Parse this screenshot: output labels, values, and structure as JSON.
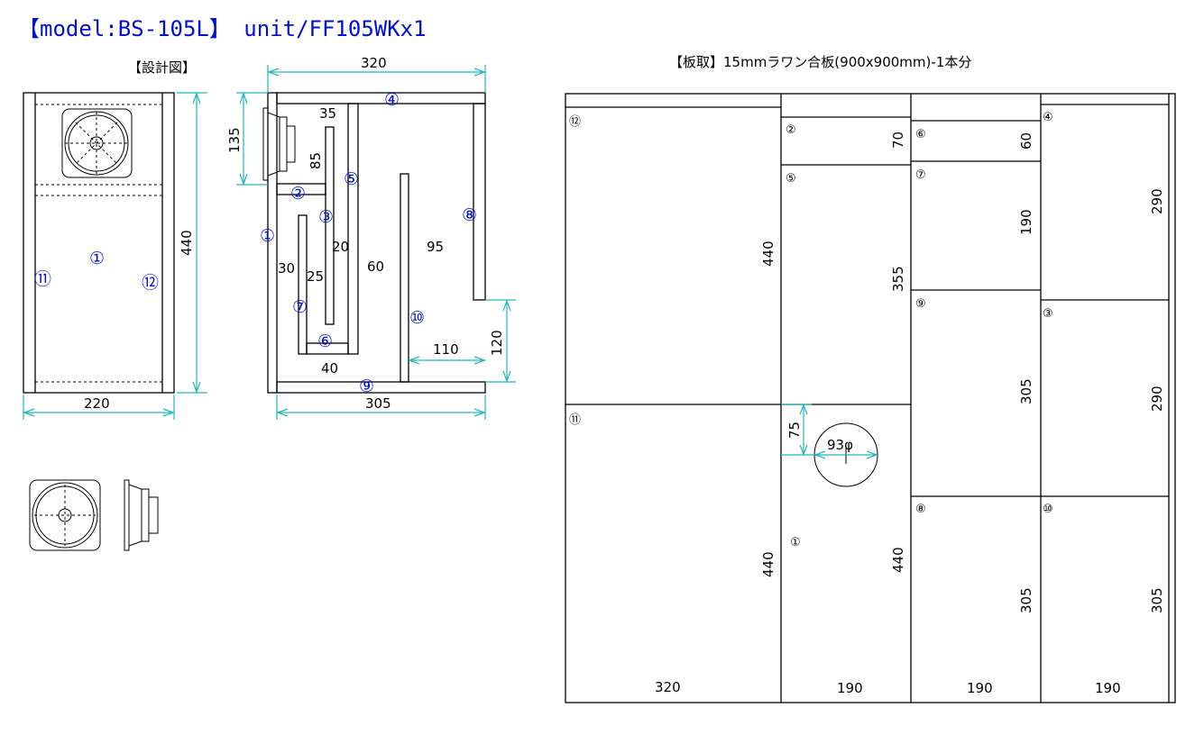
{
  "title": "【model:BS-105L】 unit/FF105WKx1",
  "design_heading": "【設計図】",
  "cutting_heading": "【板取】15mmラワン合板(900x900mm)-1本分",
  "front_view": {
    "dim_height": "440",
    "dim_width": "220",
    "labels": {
      "p1": "①",
      "p11": "⑪",
      "p12": "⑫"
    }
  },
  "side_view": {
    "dim_depth": "320",
    "dim_bottom": "305",
    "dim_speaker": "135",
    "dim_port_height": "120",
    "dim_port_width": "110",
    "inner_dims": {
      "d35": "35",
      "d85": "85",
      "d20": "20",
      "d30": "30",
      "d25": "25",
      "d60": "60",
      "d95": "95",
      "d40": "40"
    },
    "labels": {
      "p1": "①",
      "p2": "②",
      "p3": "③",
      "p4": "④",
      "p5": "⑤",
      "p6": "⑥",
      "p7": "⑦",
      "p8": "⑧",
      "p9": "⑨",
      "p10": "⑩"
    }
  },
  "cutting_layout": {
    "pieces": [
      {
        "id": "⑫",
        "length": "440"
      },
      {
        "id": "⑪",
        "length": "440"
      },
      {
        "id": "②",
        "length": "70"
      },
      {
        "id": "⑤",
        "length": "355"
      },
      {
        "id": "①",
        "length": "440"
      },
      {
        "id": "⑥",
        "length": "60"
      },
      {
        "id": "⑦",
        "length": "190"
      },
      {
        "id": "⑨",
        "length": "305"
      },
      {
        "id": "⑧",
        "length": "305"
      },
      {
        "id": "④",
        "length": "290"
      },
      {
        "id": "③",
        "length": "290"
      },
      {
        "id": "⑩",
        "length": "305"
      }
    ],
    "column_widths": [
      "320",
      "190",
      "190",
      "190"
    ],
    "hole_offset": "75",
    "hole_diameter": "93φ"
  }
}
